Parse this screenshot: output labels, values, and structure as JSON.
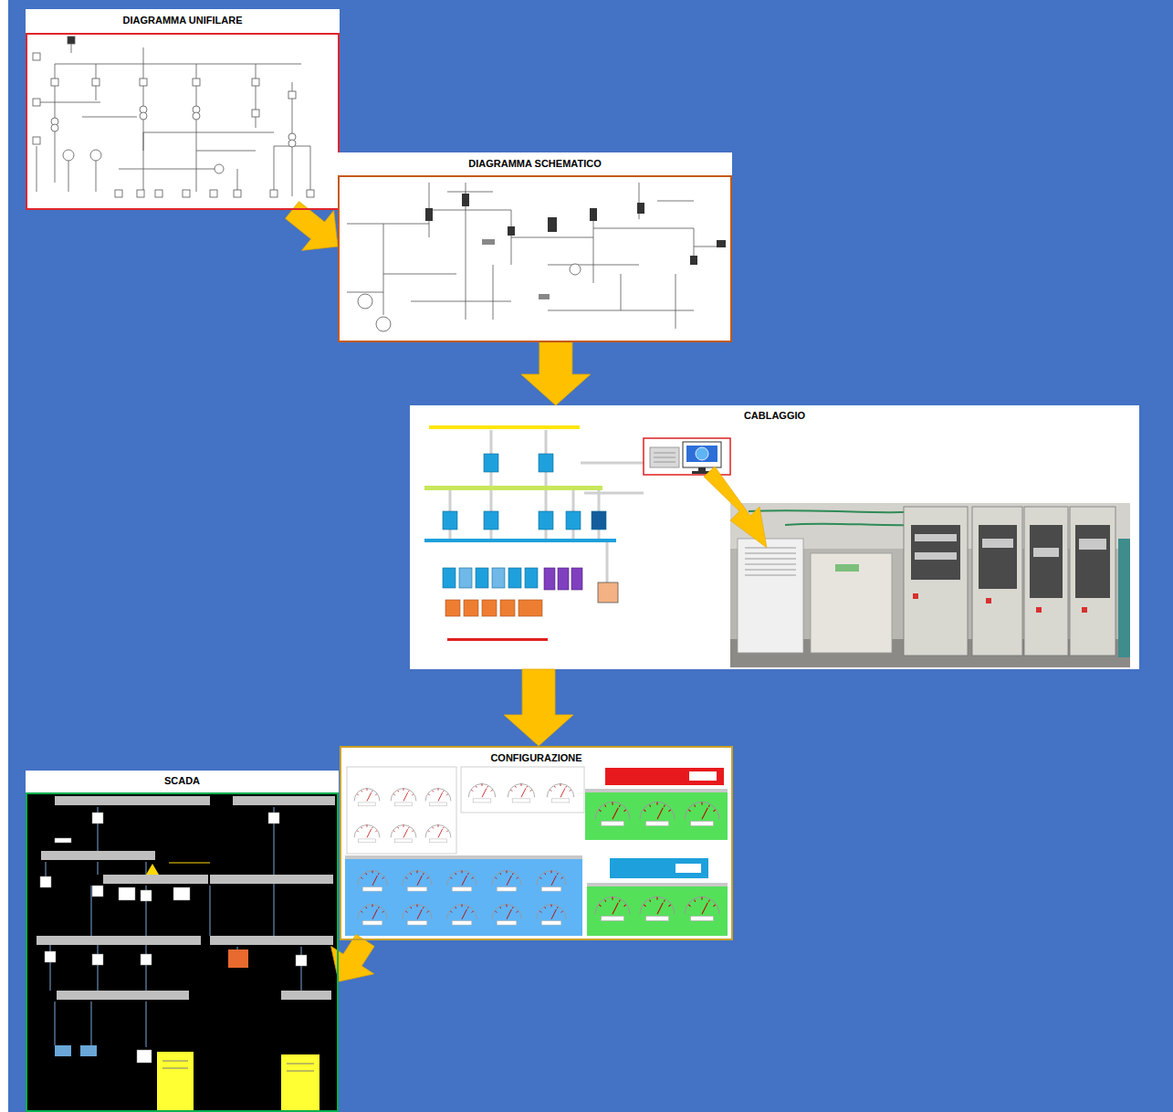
{
  "diagram": {
    "nodes": [
      {
        "text": [
          "DIAGRAMMA UNIFILARE"
        ]
      },
      {
        "text": [
          "DIAGRAMMA SCHEMATICO"
        ]
      },
      {
        "text": [
          "CABLAGGIO"
        ]
      },
      {
        "text": [
          "CONFIGURAZIONE"
        ]
      },
      {
        "text": [
          "SCADA"
        ]
      }
    ],
    "edges": [
      {
        "from": 0,
        "to": 1,
        "arrow": "to"
      },
      {
        "from": 1,
        "to": 2,
        "arrow": "to"
      },
      {
        "from": 2,
        "to": 3,
        "arrow": "to"
      },
      {
        "from": 3,
        "to": 4,
        "arrow": "to"
      }
    ]
  }
}
